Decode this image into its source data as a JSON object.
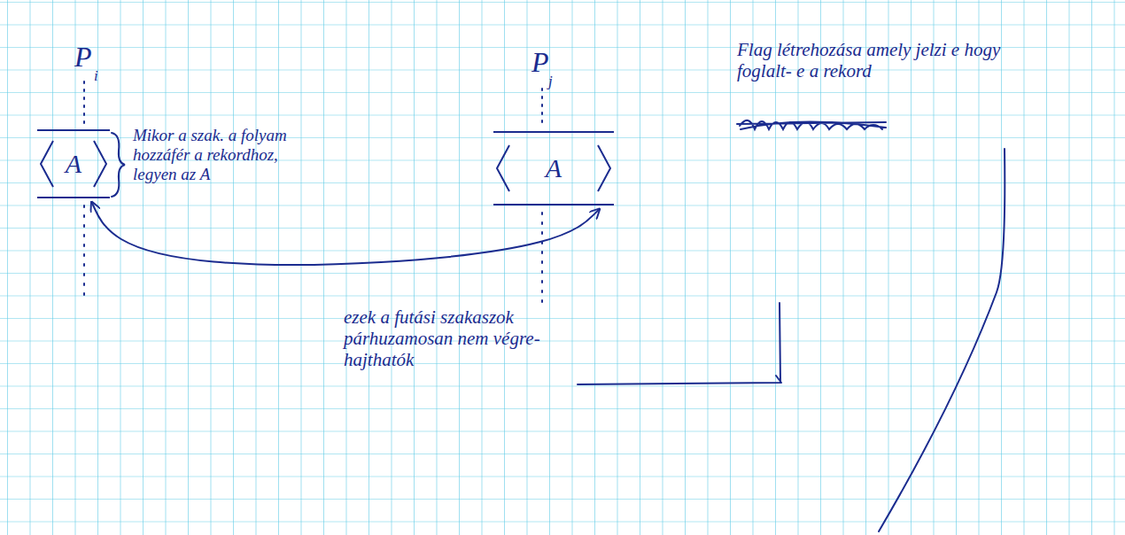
{
  "diagram": {
    "nodes": [
      {
        "text": [
          "A"
        ]
      },
      {
        "text": [
          "A"
        ]
      }
    ],
    "edges": [
      {
        "from": 0,
        "to": 1,
        "arrow": "both"
      }
    ],
    "labels": [
      "P",
      "i",
      "P",
      "j",
      "Mikor a szak. a folyam hozzáfér a rekordhoz, legyen az A",
      "ezek a futási szakaszok párhuzamosan nem végre- hajthatók",
      "Flag létrehozása amely jelzi e hogy foglalt- e a rekord"
    ]
  }
}
